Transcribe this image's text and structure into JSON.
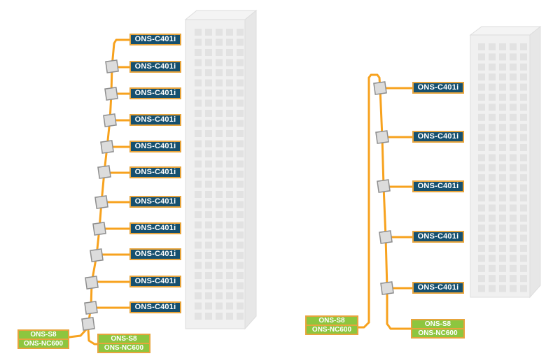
{
  "left": {
    "devices": [
      {
        "label": "ONS-C401i"
      },
      {
        "label": "ONS-C401i"
      },
      {
        "label": "ONS-C401i"
      },
      {
        "label": "ONS-C401i"
      },
      {
        "label": "ONS-C401i"
      },
      {
        "label": "ONS-C401i"
      },
      {
        "label": "ONS-C401i"
      },
      {
        "label": "ONS-C401i"
      },
      {
        "label": "ONS-C401i"
      },
      {
        "label": "ONS-C401i"
      },
      {
        "label": "ONS-C401i"
      }
    ],
    "endpoints": [
      {
        "line1": "ONS-S8",
        "line2": "ONS-NC600"
      },
      {
        "line1": "ONS-S8",
        "line2": "ONS-NC600"
      }
    ]
  },
  "right": {
    "devices": [
      {
        "label": "ONS-C401i"
      },
      {
        "label": "ONS-C401i"
      },
      {
        "label": "ONS-C401i"
      },
      {
        "label": "ONS-C401i"
      },
      {
        "label": "ONS-C401i"
      }
    ],
    "endpoints": [
      {
        "line1": "ONS-S8",
        "line2": "ONS-NC600"
      },
      {
        "line1": "ONS-S8",
        "line2": "ONS-NC600"
      }
    ]
  },
  "colors": {
    "line": "#F7A21E",
    "device_bg": "#16506F",
    "badge_border": "#E7A43C",
    "endpoint_bg": "#8DC63F",
    "text": "#FFFFFF",
    "node_fill": "#DCDCDC",
    "node_border": "#8E8E8E",
    "building_face": "#F0F0F0",
    "building_side": "#E7E7E7",
    "building_top": "#F4F4F4",
    "building_edge": "#DDDDDD",
    "window": "#E2E2E2"
  }
}
